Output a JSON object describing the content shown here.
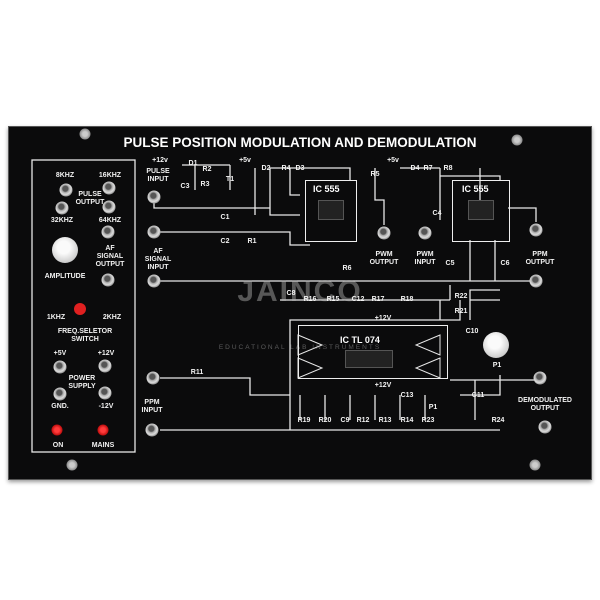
{
  "title": "PULSE POSITION MODULATION AND DEMODULATION",
  "watermark": {
    "brand": "JAINCO",
    "tagline": "EDUCATIONAL LAB INSTRUMENTS"
  },
  "left_panel": {
    "khz8": "8KHZ",
    "khz16": "16KHZ",
    "pulse_output": [
      "PULSE",
      "OUTPUT"
    ],
    "khz32": "32KHZ",
    "khz64": "64KHZ",
    "af_signal_output": [
      "AF",
      "SIGNAL",
      "OUTPUT"
    ],
    "amplitude": "AMPLITUDE",
    "khz1": "1KHZ",
    "khz2": "2KHZ",
    "freq_selector": [
      "FREQ.SELETOR",
      "SWITCH"
    ],
    "v5": "+5V",
    "v12": "+12V",
    "power_supply": [
      "POWER",
      "SUPPLY"
    ],
    "gnd": "GND.",
    "vneg12": "-12V",
    "on": "ON",
    "mains": "MAINS"
  },
  "main": {
    "pulse_input": [
      "PULSE",
      "INPUT"
    ],
    "af_signal_input": [
      "AF",
      "SIGNAL",
      "INPUT"
    ],
    "ppm_input": [
      "PPM",
      "INPUT"
    ],
    "pwm_output": [
      "PWM",
      "OUTPUT"
    ],
    "pwm_input": [
      "PWM",
      "INPUT"
    ],
    "ppm_output": [
      "PPM",
      "OUTPUT"
    ],
    "demodulated_output": [
      "DEMODULATED",
      "OUTPUT"
    ],
    "ic1": "IC 555",
    "ic2": "IC 555",
    "ic3": "IC TL 074",
    "rail12": "+12v",
    "rail5a": "+5v",
    "rail5b": "+5v",
    "op12a": "+12V",
    "op12b": "+12V",
    "components": [
      "D1",
      "R2",
      "T1",
      "C3",
      "R3",
      "D2",
      "R4",
      "D3",
      "R5",
      "C1",
      "C2",
      "R1",
      "R6",
      "D4",
      "R7",
      "R8",
      "C4",
      "C5",
      "C6",
      "C8",
      "R16",
      "R15",
      "C12",
      "R17",
      "R18",
      "R22",
      "R21",
      "C10",
      "P1",
      "R11",
      "R19",
      "R20",
      "C9",
      "R12",
      "R13",
      "C13",
      "R14",
      "R23",
      "P1",
      "C11",
      "R24"
    ]
  },
  "colors": {
    "panel": "#0b0b0c",
    "print": "#f2f2f2",
    "led": "#ff3b3b"
  }
}
